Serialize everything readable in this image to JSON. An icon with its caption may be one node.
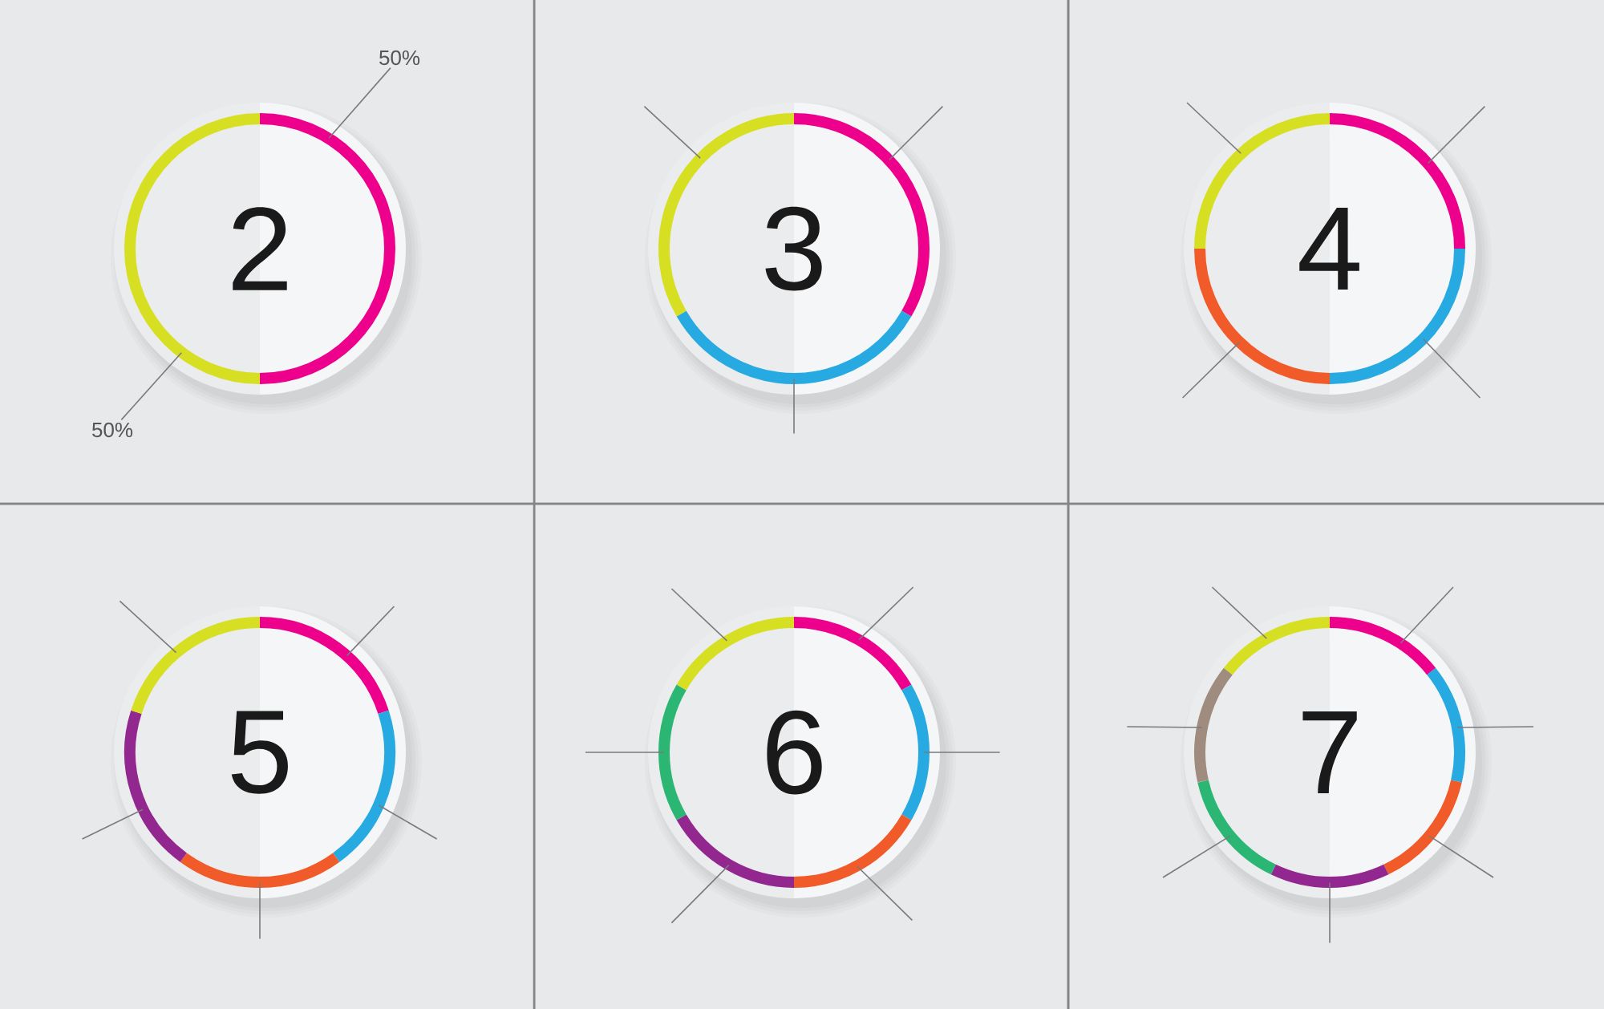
{
  "diagram": {
    "nodes": [
      {
        "text": [
          "50%"
        ]
      },
      {
        "text": [
          "2"
        ]
      },
      {
        "text": [
          "50%"
        ]
      },
      {
        "text": [
          "3"
        ]
      },
      {
        "text": [
          "4"
        ]
      },
      {
        "text": [
          "5"
        ]
      },
      {
        "text": [
          "6"
        ]
      },
      {
        "text": [
          "7"
        ]
      }
    ],
    "edges": [
      {
        "from": 0,
        "to": 1,
        "arrow": "none"
      },
      {
        "from": 2,
        "to": 1,
        "arrow": "none"
      },
      {
        "from": null,
        "to": 3,
        "arrow": "none"
      },
      {
        "from": null,
        "to": 3,
        "arrow": "none"
      },
      {
        "from": null,
        "to": 3,
        "arrow": "none"
      },
      {
        "from": null,
        "to": 4,
        "arrow": "none"
      },
      {
        "from": null,
        "to": 4,
        "arrow": "none"
      },
      {
        "from": null,
        "to": 4,
        "arrow": "none"
      },
      {
        "from": null,
        "to": 4,
        "arrow": "none"
      },
      {
        "from": null,
        "to": 5,
        "arrow": "none"
      },
      {
        "from": null,
        "to": 5,
        "arrow": "none"
      },
      {
        "from": null,
        "to": 5,
        "arrow": "none"
      },
      {
        "from": null,
        "to": 5,
        "arrow": "none"
      },
      {
        "from": null,
        "to": 5,
        "arrow": "none"
      },
      {
        "from": null,
        "to": 6,
        "arrow": "none"
      },
      {
        "from": null,
        "to": 6,
        "arrow": "none"
      },
      {
        "from": null,
        "to": 6,
        "arrow": "none"
      },
      {
        "from": null,
        "to": 6,
        "arrow": "none"
      },
      {
        "from": null,
        "to": 6,
        "arrow": "none"
      },
      {
        "from": null,
        "to": 6,
        "arrow": "none"
      },
      {
        "from": null,
        "to": 7,
        "arrow": "none"
      },
      {
        "from": null,
        "to": 7,
        "arrow": "none"
      },
      {
        "from": null,
        "to": 7,
        "arrow": "none"
      },
      {
        "from": null,
        "to": 7,
        "arrow": "none"
      },
      {
        "from": null,
        "to": 7,
        "arrow": "none"
      },
      {
        "from": null,
        "to": 7,
        "arrow": "none"
      },
      {
        "from": null,
        "to": 7,
        "arrow": "none"
      }
    ]
  }
}
